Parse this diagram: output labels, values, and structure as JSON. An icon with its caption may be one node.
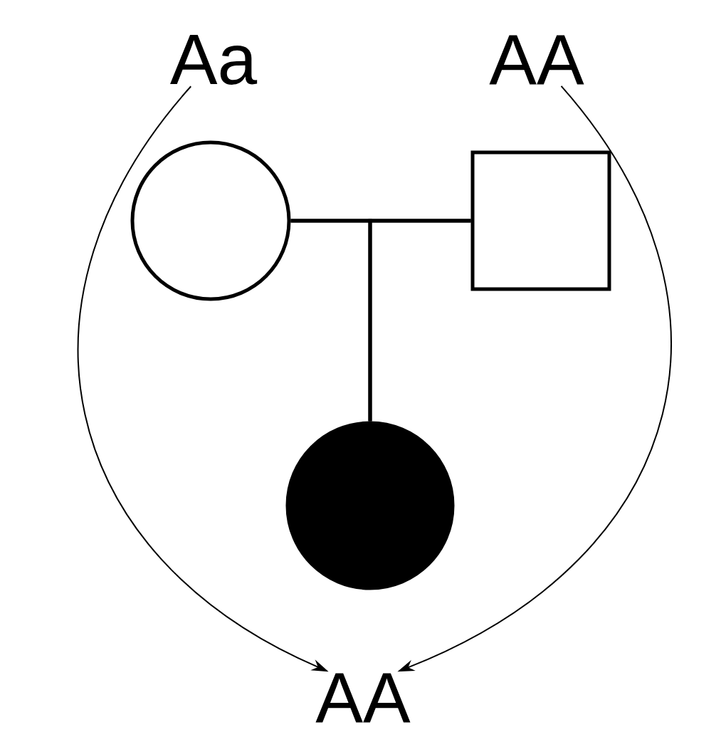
{
  "diagram": {
    "nodes": [
      {
        "text": [
          "Aa"
        ]
      },
      {
        "text": [
          "AA"
        ]
      },
      {
        "text": [],
        "shape": "circle"
      },
      {
        "text": [],
        "shape": "box"
      },
      {
        "text": [],
        "shape": "disc"
      },
      {
        "text": [
          "AA"
        ]
      }
    ],
    "edges": [
      {
        "from": 0,
        "to": 5,
        "arrow": "to"
      },
      {
        "from": 1,
        "to": 5,
        "arrow": "to"
      },
      {
        "from": 2,
        "to": 3,
        "arrow": "none"
      },
      {
        "from": 2,
        "to": 4,
        "arrow": "none"
      },
      {
        "from": 3,
        "to": 4,
        "arrow": "none"
      }
    ]
  }
}
